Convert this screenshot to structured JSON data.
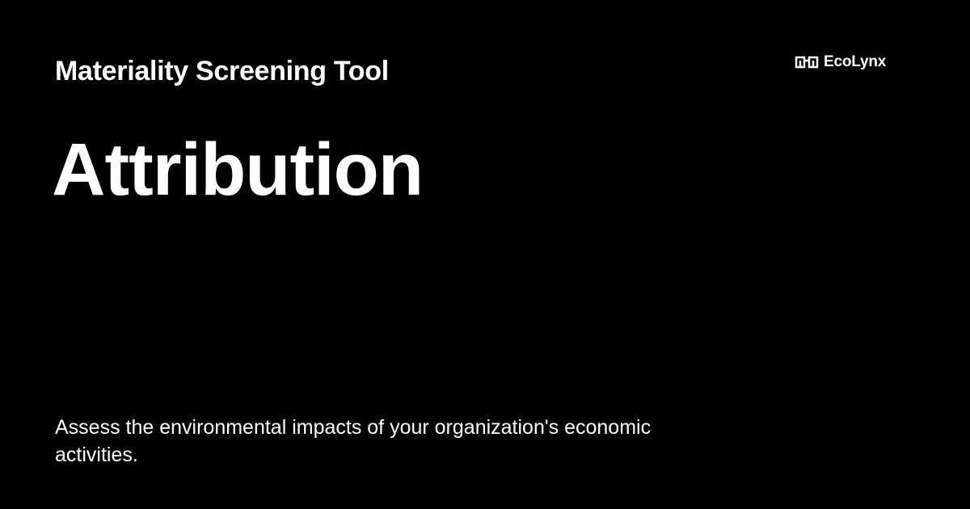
{
  "header": {
    "app_title": "Materiality Screening Tool",
    "brand": {
      "name": "EcoLynx",
      "icon": "ecolynx-logo-icon"
    }
  },
  "main": {
    "page_title": "Attribution",
    "description": "Assess the environmental impacts of your organization's economic activities."
  },
  "colors": {
    "background": "#000000",
    "text": "#ffffff"
  }
}
